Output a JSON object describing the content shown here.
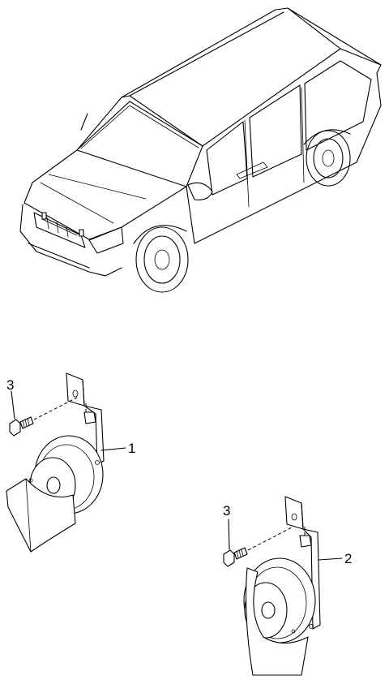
{
  "callouts": {
    "horn_low": "1",
    "horn_high": "2",
    "bolt_left": "3",
    "bolt_right": "3"
  }
}
